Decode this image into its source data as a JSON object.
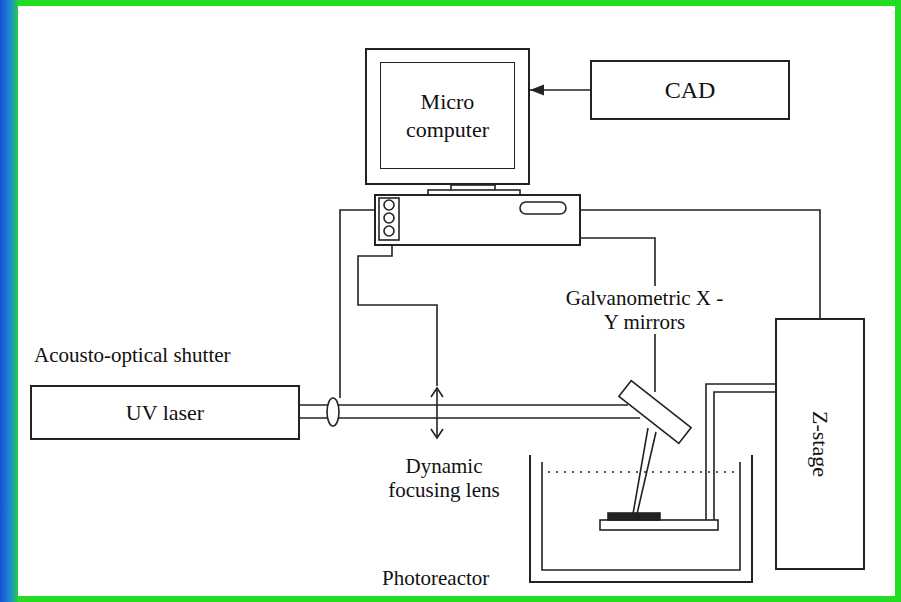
{
  "diagram": {
    "nodes": [
      {
        "text": [
          "Micro computer"
        ]
      },
      {
        "text": [
          "CAD"
        ]
      },
      {
        "text": [
          "UV laser"
        ]
      },
      {
        "text": [
          "Z-stage"
        ]
      }
    ],
    "edges": [
      {
        "from": 1,
        "to": 0,
        "arrow": "to"
      },
      {
        "from": 0,
        "to": 3,
        "arrow": "none"
      }
    ],
    "labels": [
      "Acousto-optical shutter",
      "Galvanometric X - Y mirrors",
      "Dynamic focusing lens",
      "Photoreactor"
    ]
  }
}
